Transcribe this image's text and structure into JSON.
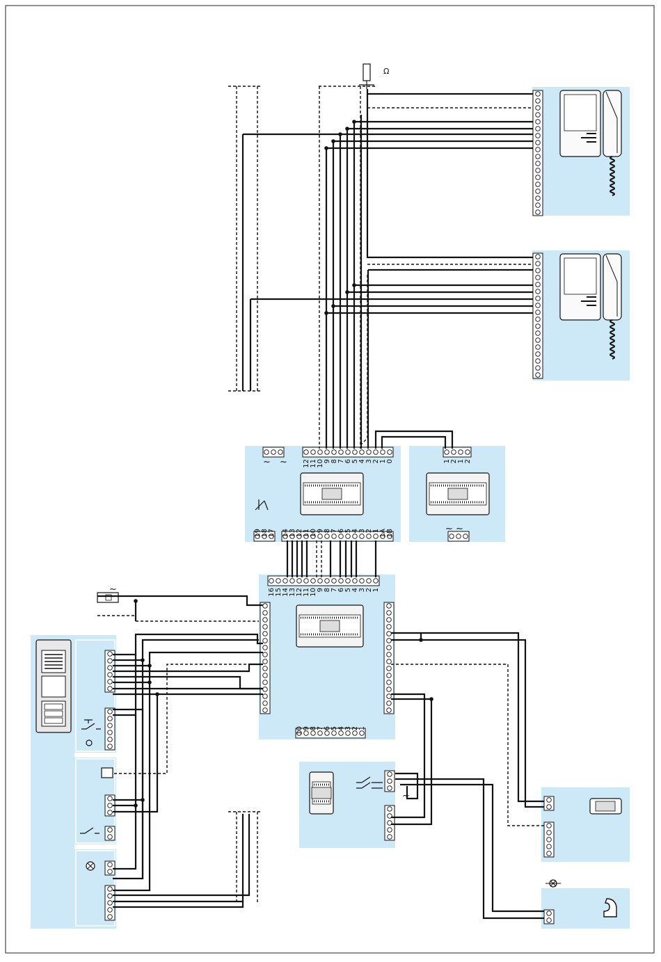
{
  "colors": {
    "panel": "#cde9f7",
    "wire": "#111111",
    "terminal_fill": "#ffffff",
    "device_fill": "#f4f4f4"
  },
  "symbols": {
    "ohm": "Ω",
    "ac": "~",
    "ac_pair": "~ ~"
  },
  "labels": {
    "unit_a_top_terminals": [
      "12",
      "11",
      "10",
      "9",
      "8",
      "7",
      "6",
      "5",
      "4",
      "3",
      "2",
      "1",
      "0"
    ],
    "unit_a_bottom_terminals": [
      "14",
      "13",
      "12",
      "11",
      "10",
      "9",
      "8",
      "7",
      "6",
      "5",
      "4",
      "3",
      "2",
      "1",
      "1A",
      "1B"
    ],
    "unit_a_side_terminals": [
      "19",
      "18",
      "17"
    ],
    "unit_b_terminals": [
      "1",
      "2",
      "1",
      "2"
    ],
    "central_top_terminals": [
      "16",
      "15",
      "14",
      "13",
      "12",
      "11",
      "10",
      "9",
      "8",
      "7",
      "6",
      "5",
      "4",
      "3",
      "2",
      "1"
    ],
    "central_bottom_terminals": [
      "10",
      "9",
      "8",
      "7",
      "6",
      "5",
      "4",
      "3",
      "2",
      "1"
    ]
  },
  "icons": [
    "monitor-handset-icon",
    "entrance-panel-icon",
    "door-lock-icon",
    "bell-icon",
    "lamp-icon",
    "switch-icon",
    "power-supply-icon"
  ]
}
